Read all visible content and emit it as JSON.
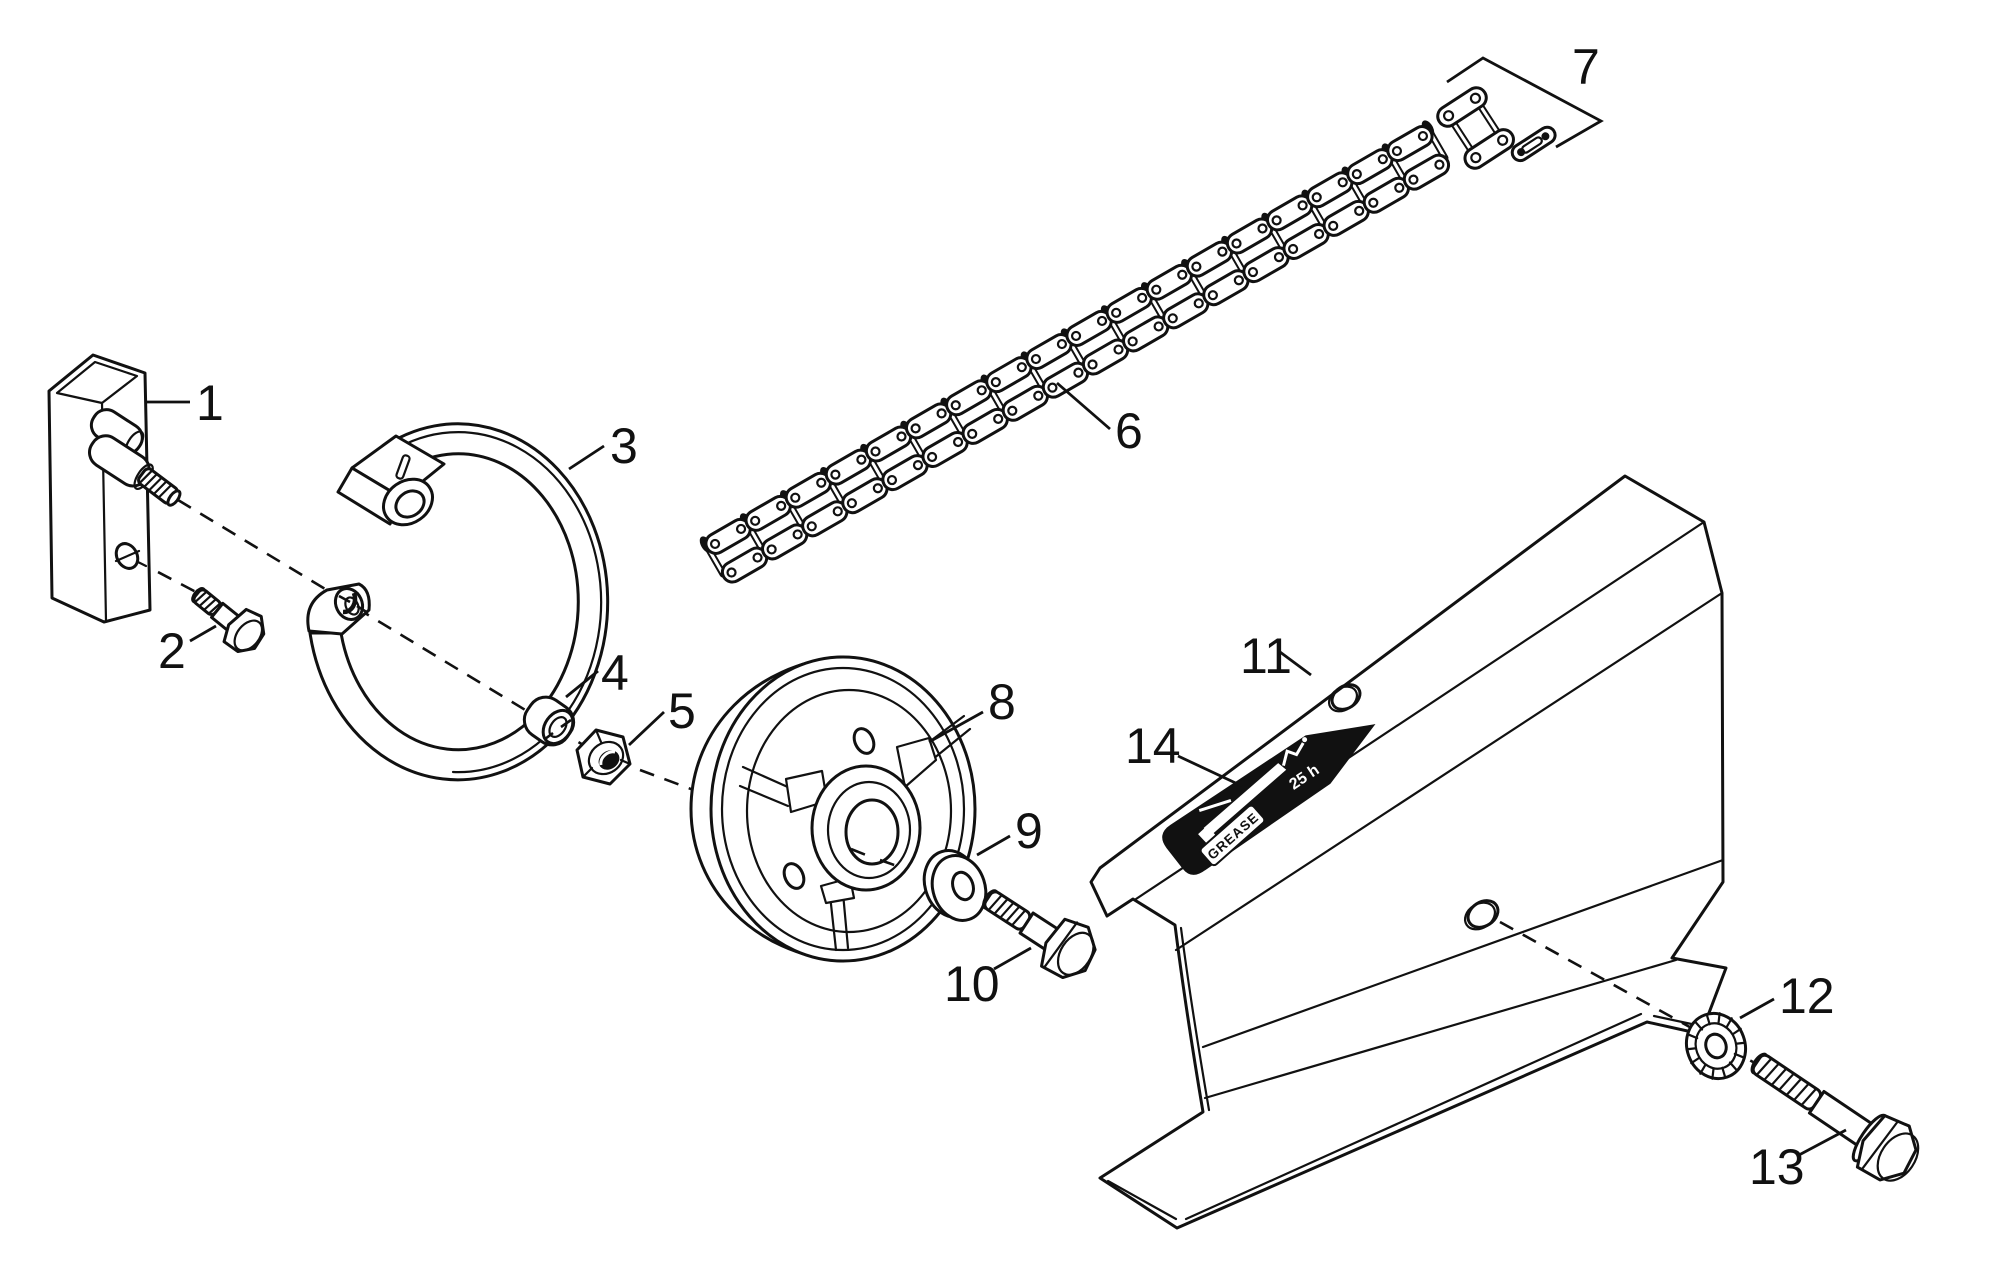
{
  "figure": {
    "type": "exploded-parts-diagram",
    "background_color": "#ffffff",
    "line_color": "#111111",
    "callouts": [
      {
        "num": "1",
        "part": "mounting-block"
      },
      {
        "num": "2",
        "part": "hex-bolt-short"
      },
      {
        "num": "3",
        "part": "brake-band"
      },
      {
        "num": "4",
        "part": "spacer-bushing"
      },
      {
        "num": "5",
        "part": "hex-nut"
      },
      {
        "num": "6",
        "part": "roller-chain"
      },
      {
        "num": "7",
        "part": "chain-master-link"
      },
      {
        "num": "8",
        "part": "brake-drum"
      },
      {
        "num": "9",
        "part": "flat-washer"
      },
      {
        "num": "10",
        "part": "hex-bolt"
      },
      {
        "num": "11",
        "part": "chain-guard-cover"
      },
      {
        "num": "12",
        "part": "serrated-lock-washer"
      },
      {
        "num": "13",
        "part": "hex-bolt-long"
      },
      {
        "num": "14",
        "part": "grease-instruction-label"
      }
    ],
    "grease_label": {
      "brand_text": "GREASE",
      "interval_text": "25 h",
      "icon": "grease-gun-icon",
      "color": "#111111"
    }
  }
}
